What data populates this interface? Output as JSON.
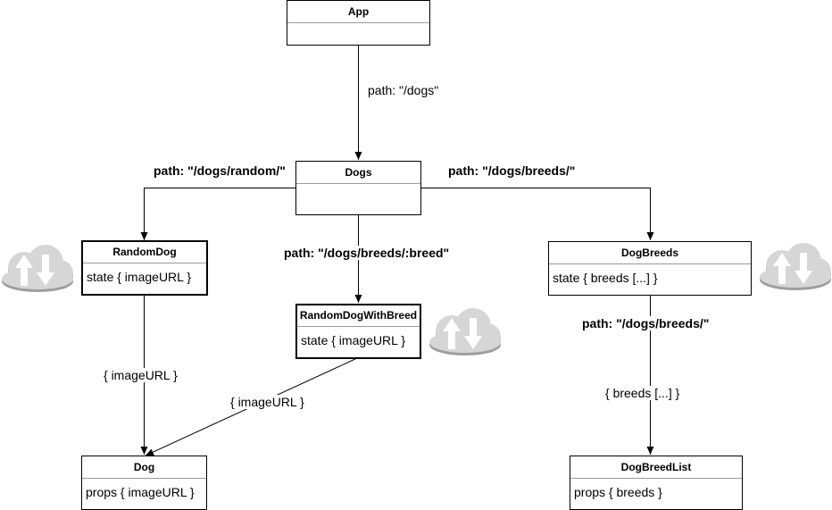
{
  "nodes": {
    "app": {
      "title": "App",
      "body": ""
    },
    "dogs": {
      "title": "Dogs",
      "body": ""
    },
    "random_dog": {
      "title": "RandomDog",
      "body": "state { imageURL }"
    },
    "random_dog_with_breed": {
      "title": "RandomDogWithBreed",
      "body": "state { imageURL }"
    },
    "dog_breeds": {
      "title": "DogBreeds",
      "body": "state { breeds [...] }"
    },
    "dog": {
      "title": "Dog",
      "body": "props { imageURL }"
    },
    "dog_breed_list": {
      "title": "DogBreedList",
      "body": "props { breeds }"
    }
  },
  "edge_labels": {
    "app_to_dogs": "path: \"/dogs\"",
    "dogs_to_random": "path: \"/dogs/random/\"",
    "dogs_to_breeds": "path: \"/dogs/breeds/\"",
    "dogs_to_breed_param": "path: \"/dogs/breeds/:breed\"",
    "breeds_to_list_path": "path: \"/dogs/breeds/\"",
    "random_to_dog": "{ imageURL }",
    "withbreed_to_dog": "{ imageURL }",
    "breeds_to_list_data": "{ breeds [...] }"
  },
  "icons": {
    "cloud": "cloud-sync-icon"
  },
  "colors": {
    "line": "#000000",
    "cloud_fill": "#d6d6d6",
    "cloud_shadow": "#9e9e9e",
    "arrow_fill": "#ffffff"
  }
}
